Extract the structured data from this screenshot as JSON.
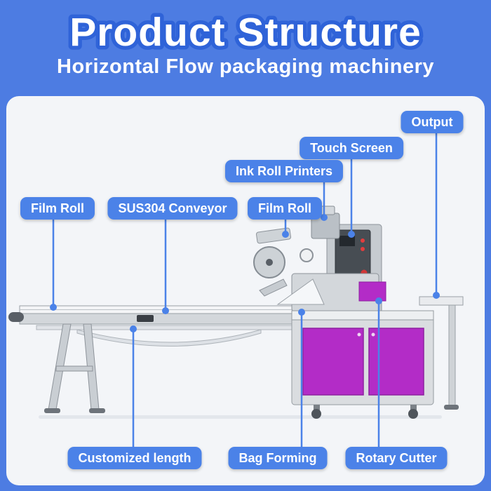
{
  "header": {
    "title": "Product Structure",
    "subtitle": "Horizontal Flow packaging machinery"
  },
  "labels": {
    "output": "Output",
    "touch_screen": "Touch Screen",
    "ink_roll_printers": "Ink Roll Printers",
    "film_roll_left": "Film Roll",
    "sus304_conveyor": "SUS304 Conveyor",
    "film_roll_right": "Film Roll",
    "customized_length": "Customized length",
    "bag_forming": "Bag Forming",
    "rotary_cutter": "Rotary Cutter"
  },
  "colors": {
    "background": "#4d7ce2",
    "accent": "#4b82e8",
    "title_stroke": "#2f63d8",
    "card": "#f3f5f8",
    "machine_purple": "#b32cc7",
    "text_light": "#ffffff"
  }
}
